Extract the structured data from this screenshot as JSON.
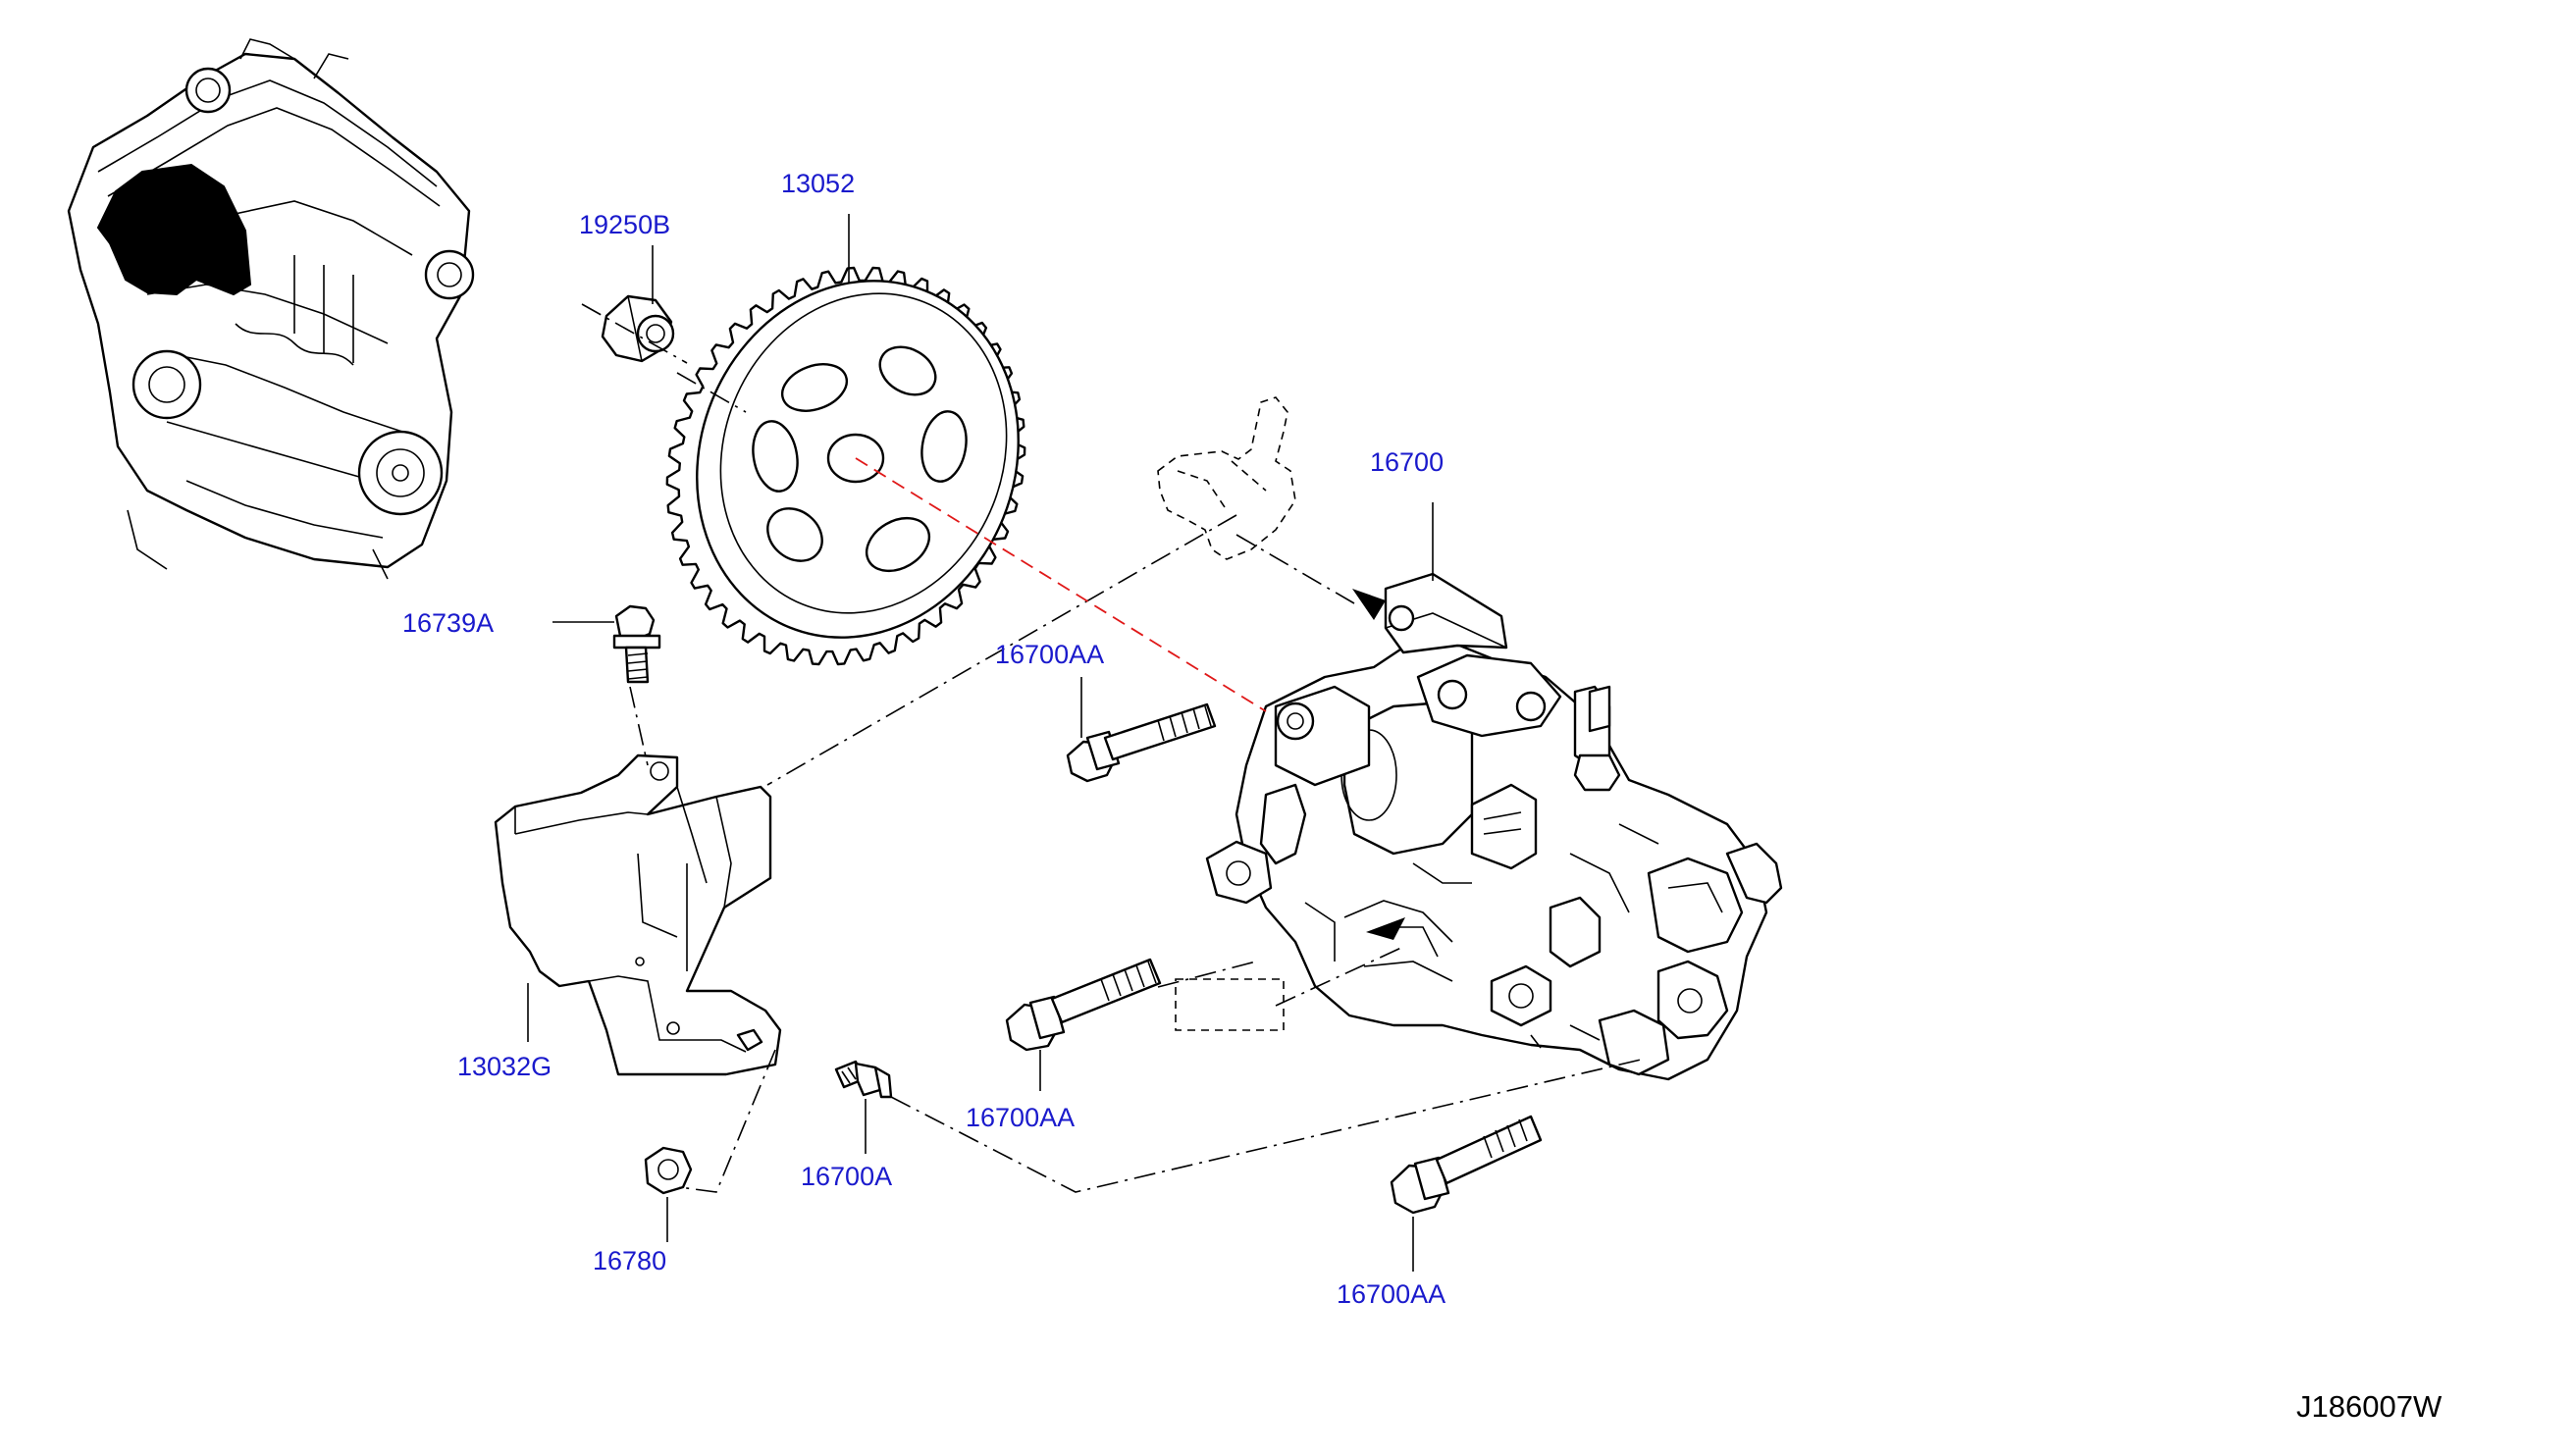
{
  "diagram": {
    "reference_code": "J186007W",
    "part_labels": {
      "p19250b": "19250B",
      "p13052": "13052",
      "p16700": "16700",
      "p16739a": "16739A",
      "p16700aa_upper": "16700AA",
      "p13032g": "13032G",
      "p16700aa_middle": "16700AA",
      "p16700a": "16700A",
      "p16780": "16780",
      "p16700aa_lower": "16700AA"
    },
    "colors": {
      "label": "#1a1acc",
      "line": "#000000",
      "highlight_dash": "#e01818"
    }
  }
}
